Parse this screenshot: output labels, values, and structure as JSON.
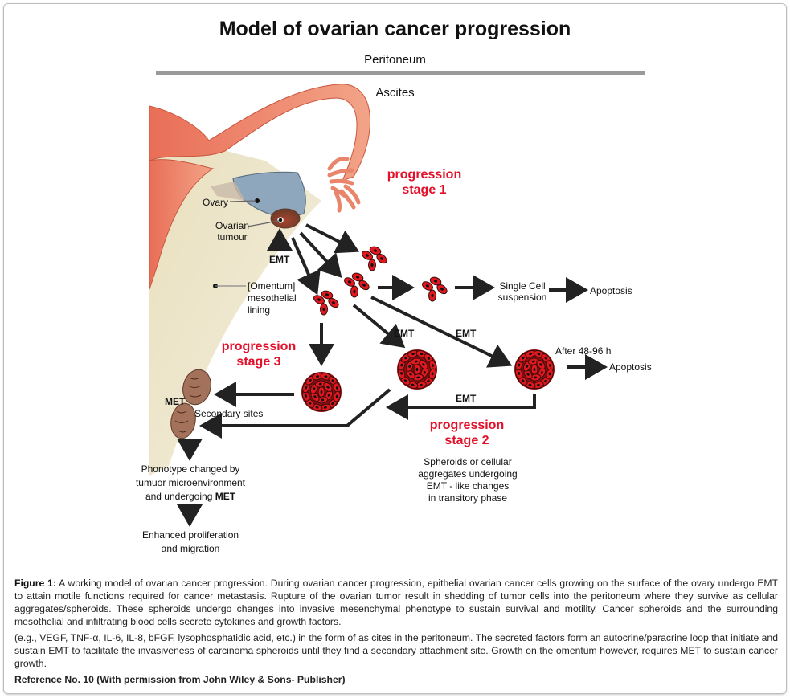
{
  "title": "Model of ovarian cancer progression",
  "regions": {
    "peritoneum": "Peritoneum",
    "ascites": "Ascites"
  },
  "anatomy": {
    "ovary": "Ovary",
    "ovarian_tumour_line1": "Ovarian",
    "ovarian_tumour_line2": "tumour",
    "omentum_line1": "[Omentum]",
    "omentum_line2": "mesothelial",
    "omentum_line3": "lining"
  },
  "stages": {
    "stage1_line1": "progression",
    "stage1_line2": "stage 1",
    "stage2_line1": "progression",
    "stage2_line2": "stage 2",
    "stage3_line1": "progression",
    "stage3_line2": "stage 3"
  },
  "process_labels": {
    "emt_tumour": "EMT",
    "emt_cluster": "EMT",
    "emt_diagonal": "EMT",
    "emt_return": "EMT",
    "met": "MET",
    "secondary_sites": "Secondary sites",
    "single_cell_line1": "Single Cell",
    "single_cell_line2": "suspension",
    "apoptosis_1": "Apoptosis",
    "apoptosis_2": "Apoptosis",
    "after_time": "After 48-96 h"
  },
  "stage2_description": [
    "Spheroids or cellular",
    "aggregates undergoing",
    "EMT - like changes",
    "in transitory phase"
  ],
  "outcome": {
    "phenotype_line1": "Phonotype changed by",
    "phenotype_line2": "tumuor microenvironment",
    "phenotype_line3_prefix": "and undergoing ",
    "phenotype_line3_bold": "MET",
    "enhanced_line1": "Enhanced proliferation",
    "enhanced_line2": "and migration"
  },
  "caption": {
    "figure_label": "Figure 1:",
    "paragraph1": " A working model of ovarian cancer progression. During ovarian cancer progression, epithelial ovarian cancer cells growing on the surface of the ovary undergo EMT to attain motile functions required for cancer metastasis. Rupture of the ovarian tumor result in shedding of tumor cells into the peritoneum where they survive as cellular aggregates/spheroids. These spheroids undergo changes into invasive mesenchymal phenotype to sustain survival and motility. Cancer spheroids and the surrounding mesothelial and infiltrating blood cells secrete cytokines and growth factors.",
    "paragraph2": "(e.g., VEGF, TNF-α, IL-6, IL-8, bFGF, lysophosphatidic acid, etc.) in the form of as cites in the peritoneum. The secreted factors form an autocrine/paracrine loop that initiate and sustain EMT to facilitate the invasiveness of carcinoma spheroids until they find a secondary attachment site. Growth on the omentum however, requires MET to sustain cancer growth.",
    "reference": "Reference No. 10 (With permission from John Wiley & Sons- Publisher)"
  },
  "colors": {
    "stage_red": "#e3102a",
    "cell_red": "#e0191f",
    "uterus_salmon": "#ee8a6e",
    "cavity_cream": "#efe9cf",
    "ovary_blue": "#8ea7bd",
    "peritoneum_bar": "#9a9a9a"
  }
}
